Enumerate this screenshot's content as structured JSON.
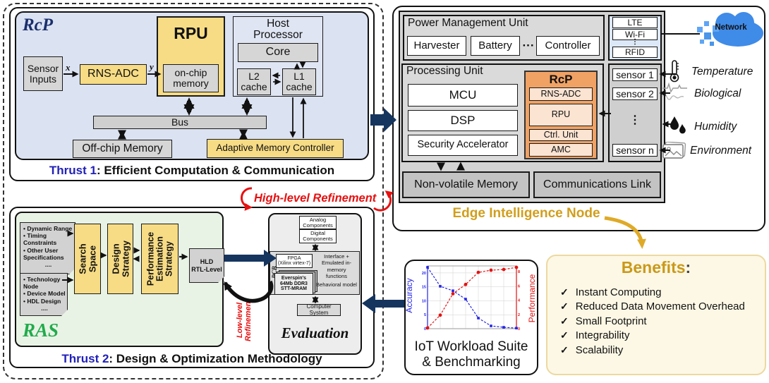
{
  "left_panel": {
    "thrust1": {
      "rcp": "RcP",
      "sensor_inputs": "Sensor\nInputs",
      "x": "x",
      "y": "y",
      "rns_adc": "RNS-ADC",
      "rpu": "RPU",
      "on_chip_memory": "on-chip\nmemory",
      "host_processor": "Host\nProcessor",
      "core": "Core",
      "l2": "L2\ncache",
      "l1": "L1\ncache",
      "bus": "Bus",
      "off_chip": "Off-chip Memory",
      "amc": "Adaptive Memory Controller",
      "caption_title": "Thrust 1",
      "caption_text": ": Efficient Computation & Communication"
    },
    "refinement": {
      "high": "High-level Refinement",
      "low": "Low-level\nRefinement"
    },
    "thrust2": {
      "ras": "RAS",
      "note1": [
        "Dynamic Range",
        "Timing Constraints",
        "Other User Specifications",
        "...."
      ],
      "note2": [
        "Technology Node",
        "Device Model",
        "HDL Design",
        "...."
      ],
      "search_space": "Search\nSpace",
      "design_strategy": "Design\nStrategy",
      "perf_est": "Performance\nEstimation\nStrategy",
      "hld": "HLD\nRTL-Level",
      "caption_title": "Thrust 2",
      "caption_text": ": Design & Optimization Methodology"
    },
    "evaluation": {
      "analog": "Analog\nComponents",
      "digital": "Digital\nComponents",
      "pcb": "PCB",
      "fpga": "FPGA\n(Xilinx virtex-7)",
      "mram": "Everspin's\n64Mb DDR3\nSTT-MRAM",
      "interface": "Interface +\nEmulated in-memory\nfunctions",
      "behavioral": "Behavioral model",
      "computer": "Computer System",
      "title": "Evaluation"
    }
  },
  "iot": {
    "title_line1": "IoT Workload Suite",
    "title_line2": "& Benchmarking"
  },
  "chart_data": {
    "type": "line",
    "title": "IoT Workload Suite & Benchmarking",
    "x": [
      1,
      2,
      3,
      4,
      5,
      6,
      7,
      8
    ],
    "series": [
      {
        "name": "Accuracy",
        "axis": "left",
        "color": "#2323e6",
        "marker": "square",
        "style": "dashed",
        "values": [
          22,
          15.2,
          13.6,
          10.6,
          3.8,
          1.0,
          0.5,
          0.2
        ]
      },
      {
        "name": "Performance",
        "axis": "right",
        "color": "#e31212",
        "marker": "circle",
        "style": "dashed",
        "values": [
          0.1,
          1.9,
          4.9,
          6.2,
          7.9,
          8.2,
          8.3,
          8.6
        ]
      }
    ],
    "left_axis": {
      "label": "Accuracy",
      "ticks": [
        0,
        5,
        10,
        15,
        20
      ],
      "range": [
        0,
        22.5
      ],
      "color": "#2323e6"
    },
    "right_axis": {
      "label": "Performance",
      "ticks": [
        0,
        2,
        4,
        6,
        8
      ],
      "range": [
        0,
        8.8
      ],
      "color": "#e31212"
    },
    "grid": true,
    "legend": "none"
  },
  "edge_node": {
    "pmu": {
      "title": "Power Management Unit",
      "harvester": "Harvester",
      "battery": "Battery",
      "dots": "···",
      "controller": "Controller"
    },
    "radio": {
      "lte": "LTE",
      "wifi": "Wi-Fi",
      "dots": "⋮",
      "rfid": "RFID"
    },
    "processing": {
      "title": "Processing Unit",
      "mcu": "MCU",
      "dsp": "DSP",
      "sec": "Security Accelerator"
    },
    "rcp": {
      "title": "RcP",
      "rns": "RNS-ADC",
      "rpu": "RPU",
      "ctrl": "Ctrl. Unit",
      "amc": "AMC"
    },
    "sensors": {
      "s1": "sensor 1",
      "s2": "sensor 2",
      "dots": "⋮",
      "sn": "sensor n"
    },
    "nvm": "Non-volatile Memory",
    "comms": "Communications Link",
    "caption": "Edge Intelligence Node",
    "network": "Network",
    "env": [
      "Temperature",
      "Biological",
      "Humidity",
      "Environment"
    ]
  },
  "benefits": {
    "title": "Benefits",
    "colon": ":",
    "check": "✓",
    "items": [
      "Instant Computing",
      "Reduced Data Movement Overhead",
      "Small Footprint",
      "Integrability",
      "Scalability"
    ]
  },
  "colors": {
    "navy_arrow": "#16355e",
    "thrust_blue": "#2121b8",
    "rcp_navy": "#1b2f6e",
    "ras_green": "#21ab4c",
    "refine_red": "#e81010",
    "gold": "#d19e1c",
    "yellow_block": "#f7dc85",
    "thrust1_bg": "#dbe2f1",
    "thrust2_bg": "#e9f3e5",
    "rcp_orange": "#f0a264",
    "rcp_peach": "#fbe4d2",
    "radio_bg": "#dce8f7",
    "benefits_bg": "#fdf8e5"
  }
}
